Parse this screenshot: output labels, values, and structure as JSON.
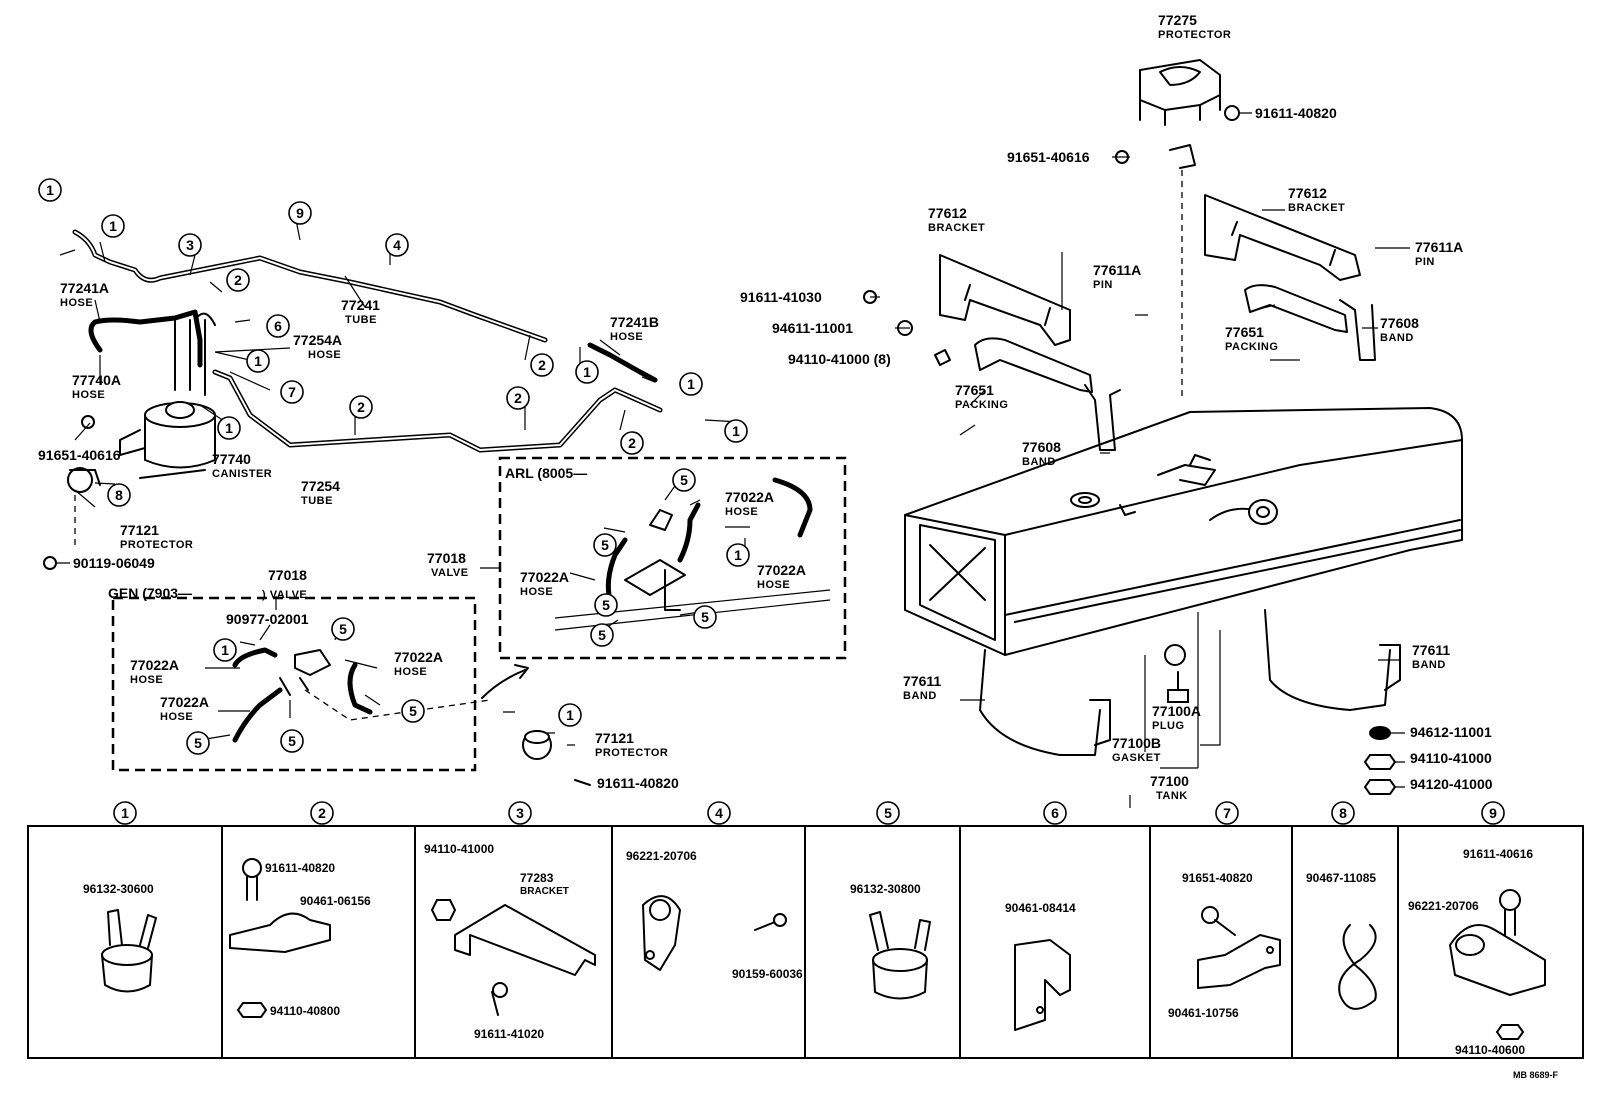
{
  "callout_numbers": [
    "1",
    "2",
    "3",
    "4",
    "5",
    "6",
    "7",
    "8",
    "9"
  ],
  "labels": {
    "p77275": {
      "num": "77275",
      "name": "PROTECTOR"
    },
    "p91611_40820_top": {
      "num": "91611-40820"
    },
    "p91651_40616_top": {
      "num": "91651-40616"
    },
    "p77612_left": {
      "num": "77612",
      "name": "BRACKET"
    },
    "p77612_right": {
      "num": "77612",
      "name": "BRACKET"
    },
    "p91611_41030": {
      "num": "91611-41030"
    },
    "p77611A_left": {
      "num": "77611A",
      "name": "PIN"
    },
    "p77611A_right": {
      "num": "77611A",
      "name": "PIN"
    },
    "p94611_11001": {
      "num": "94611-11001"
    },
    "p94110_41000_8": {
      "num": "94110-41000 (8)"
    },
    "p77651_left": {
      "num": "77651",
      "name": "PACKING"
    },
    "p77651_right": {
      "num": "77651",
      "name": "PACKING"
    },
    "p77608_left": {
      "num": "77608",
      "name": "BAND"
    },
    "p77608_right": {
      "num": "77608",
      "name": "BAND"
    },
    "p77611_left": {
      "num": "77611",
      "name": "BAND"
    },
    "p77611_right": {
      "num": "77611",
      "name": "BAND"
    },
    "p77100A": {
      "num": "77100A",
      "name": "PLUG"
    },
    "p77100B": {
      "num": "77100B",
      "name": "GASKET"
    },
    "p77100": {
      "num": "77100",
      "name": "TANK"
    },
    "p94612_11001": {
      "num": "94612-11001"
    },
    "p94110_41000_r": {
      "num": "94110-41000"
    },
    "p94120_41000": {
      "num": "94120-41000"
    },
    "p77241A": {
      "num": "77241A",
      "name": "HOSE"
    },
    "p77241": {
      "num": "77241",
      "name": "TUBE"
    },
    "p77241B": {
      "num": "77241B",
      "name": "HOSE"
    },
    "p77254A": {
      "num": "77254A",
      "name": "HOSE"
    },
    "p77740A": {
      "num": "77740A",
      "name": "HOSE"
    },
    "p91651_40616_l": {
      "num": "91651-40616"
    },
    "p77740": {
      "num": "77740",
      "name": "CANISTER"
    },
    "p77254": {
      "num": "77254",
      "name": "TUBE"
    },
    "p77121_l": {
      "num": "77121",
      "name": "PROTECTOR"
    },
    "p90119_06049": {
      "num": "90119-06049"
    },
    "p77018_gen": {
      "num": "77018",
      "name": ") VALVE"
    },
    "gen_title": {
      "num": "GEN (7903—"
    },
    "p90977_02001": {
      "num": "90977-02001"
    },
    "p77022A_g1": {
      "num": "77022A",
      "name": "HOSE"
    },
    "p77022A_g2": {
      "num": "77022A",
      "name": "HOSE"
    },
    "p77022A_g3": {
      "num": "77022A",
      "name": "HOSE"
    },
    "arl_title": {
      "num": "ARL (8005—"
    },
    "p77018_arl": {
      "num": "77018",
      "name": "VALVE"
    },
    "p77022A_a1": {
      "num": "77022A",
      "name": "HOSE"
    },
    "p77022A_a2": {
      "num": "77022A",
      "name": "HOSE"
    },
    "p77022A_a3": {
      "num": "77022A",
      "name": "HOSE"
    },
    "p77121_c": {
      "num": "77121",
      "name": "PROTECTOR"
    },
    "p91611_40820_c": {
      "num": "91611-40820"
    }
  },
  "table": [
    {
      "num": "1",
      "parts": [
        "96132-30600"
      ]
    },
    {
      "num": "2",
      "parts": [
        "91611-40820",
        "90461-06156",
        "94110-40800"
      ]
    },
    {
      "num": "3",
      "parts": [
        "94110-41000",
        "77283",
        "BRACKET",
        "91611-41020"
      ]
    },
    {
      "num": "4",
      "parts": [
        "96221-20706",
        "90159-60036"
      ]
    },
    {
      "num": "5",
      "parts": [
        "96132-30800"
      ]
    },
    {
      "num": "6",
      "parts": [
        "90461-08414"
      ]
    },
    {
      "num": "7",
      "parts": [
        "91651-40820",
        "90461-10756"
      ]
    },
    {
      "num": "8",
      "parts": [
        "90467-11085"
      ]
    },
    {
      "num": "9",
      "parts": [
        "91611-40616",
        "96221-20706",
        "94110-40600"
      ]
    }
  ],
  "footer": "MB 8689-F"
}
